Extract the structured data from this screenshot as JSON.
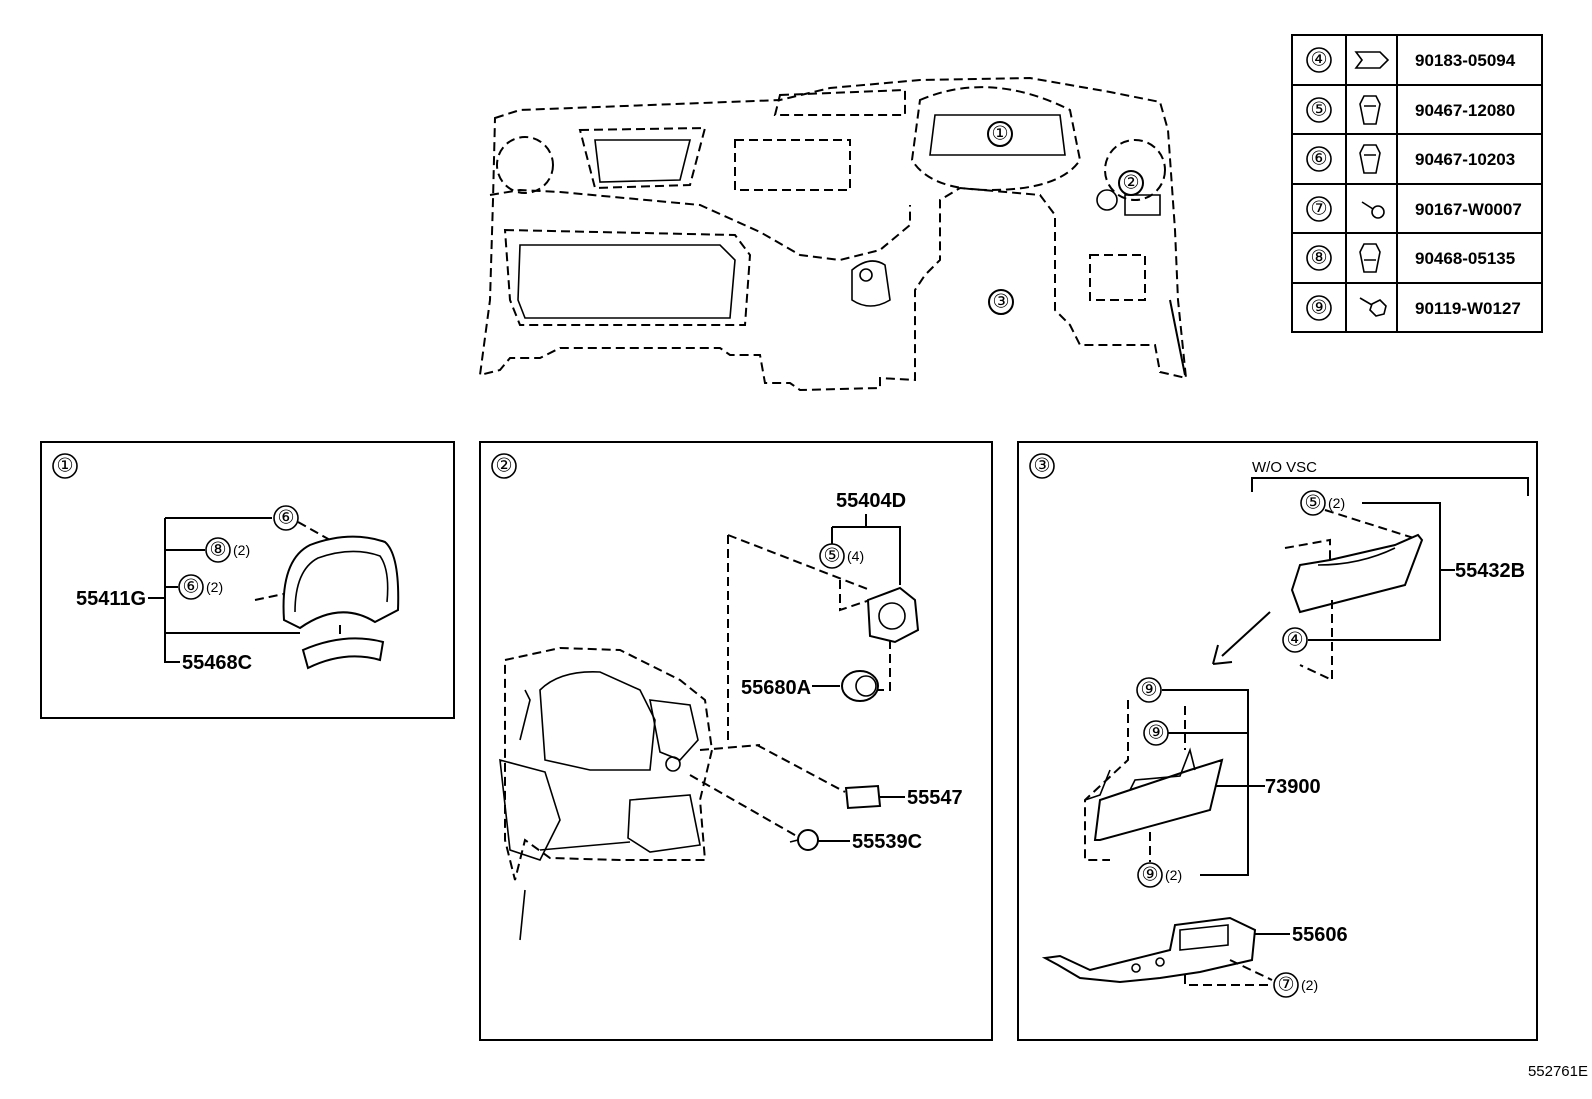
{
  "fastener_table": {
    "rows": [
      {
        "ref": "④",
        "icon": "clip-icon",
        "part_no": "90183-05094"
      },
      {
        "ref": "⑤",
        "icon": "clip-icon",
        "part_no": "90467-12080"
      },
      {
        "ref": "⑥",
        "icon": "clip-icon",
        "part_no": "90467-10203"
      },
      {
        "ref": "⑦",
        "icon": "screw-icon",
        "part_no": "90167-W0007"
      },
      {
        "ref": "⑧",
        "icon": "clip-icon",
        "part_no": "90468-05135"
      },
      {
        "ref": "⑨",
        "icon": "screw-icon",
        "part_no": "90119-W0127"
      }
    ]
  },
  "overview": {
    "callouts": [
      "①",
      "②",
      "③"
    ]
  },
  "panel1": {
    "ref": "①",
    "main_part": "55411G",
    "sub_part": "55468C",
    "fasteners": [
      {
        "ref": "⑥",
        "qty": ""
      },
      {
        "ref": "⑧",
        "qty": "(2)"
      },
      {
        "ref": "⑥",
        "qty": "(2)"
      }
    ]
  },
  "panel2": {
    "ref": "②",
    "parts": [
      "55404D",
      "55680A",
      "55547",
      "55539C"
    ],
    "fastener": {
      "ref": "⑤",
      "qty": "(4)"
    }
  },
  "panel3": {
    "ref": "③",
    "variant_note": "W/O VSC",
    "parts": [
      "55432B",
      "73900",
      "55606"
    ],
    "fasteners": [
      {
        "ref": "⑤",
        "qty": "(2)"
      },
      {
        "ref": "④",
        "qty": ""
      },
      {
        "ref": "⑨",
        "qty": ""
      },
      {
        "ref": "⑨",
        "qty": ""
      },
      {
        "ref": "⑨",
        "qty": "(2)"
      },
      {
        "ref": "⑦",
        "qty": "(2)"
      }
    ]
  },
  "illustration_id": "552761E"
}
